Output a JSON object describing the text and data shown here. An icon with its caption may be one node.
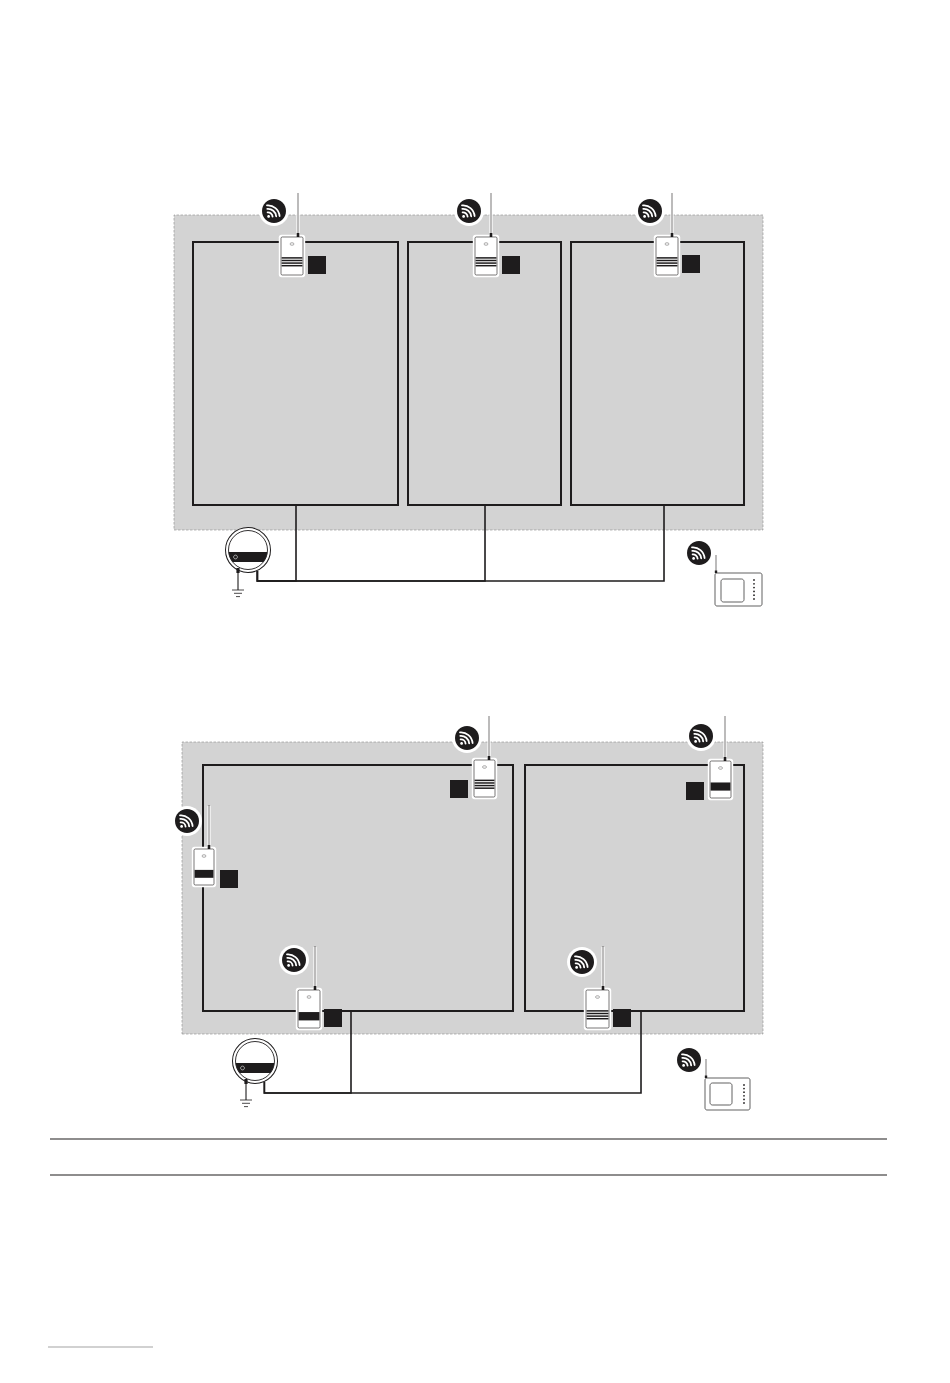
{
  "diagram": {
    "nodes": [
      {
        "text": [],
        "shape": "box"
      },
      {
        "text": [],
        "shape": "box",
        "in": 0
      },
      {
        "text": [],
        "shape": "box",
        "in": 0
      },
      {
        "text": [],
        "shape": "box",
        "in": 0
      },
      {
        "text": [],
        "shape": "circle"
      },
      {
        "text": [],
        "shape": "box"
      },
      {
        "text": [],
        "shape": "box",
        "in": 5
      },
      {
        "text": [],
        "shape": "box",
        "in": 5
      },
      {
        "text": [],
        "shape": "circle"
      }
    ],
    "edges": [
      {
        "from": 4,
        "to": 1,
        "arrow": "none"
      },
      {
        "from": 4,
        "to": 2,
        "arrow": "none"
      },
      {
        "from": 4,
        "to": 3,
        "arrow": "none"
      },
      {
        "from": 8,
        "to": 6,
        "arrow": "none"
      },
      {
        "from": 8,
        "to": 7,
        "arrow": "none"
      }
    ]
  }
}
